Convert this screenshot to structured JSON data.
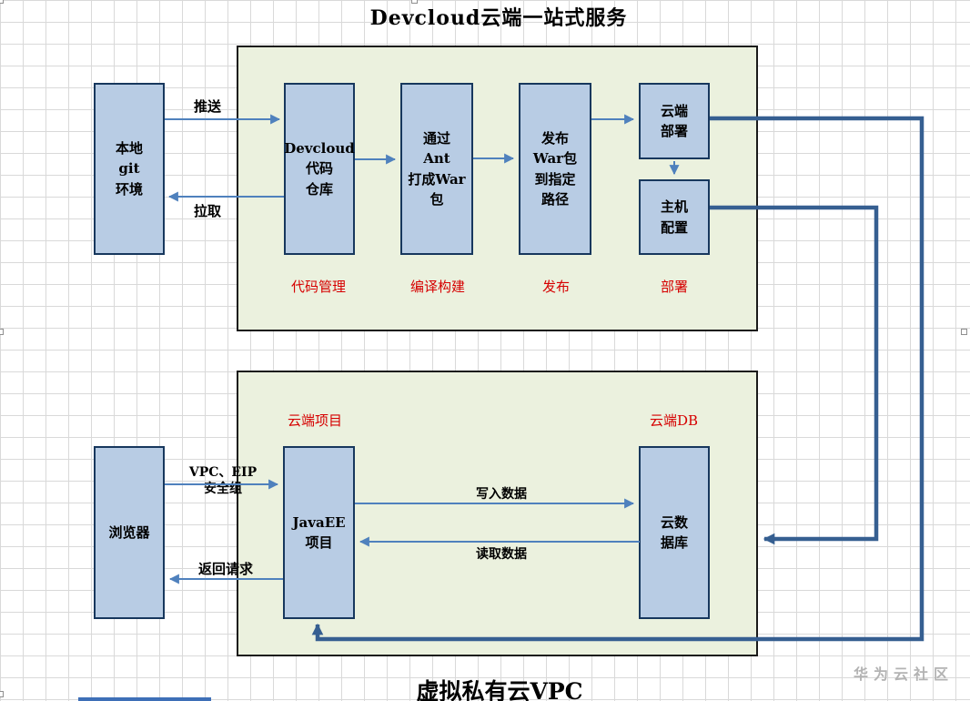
{
  "title": "Devcloud云端一站式服务",
  "watermark": "华为云社区",
  "pipeline": {
    "nodes": {
      "local_git": "本地\ngit\n环境",
      "repo": "Devcloud\n代码\n仓库",
      "ant_build": "通过\nAnt\n打成War\n包",
      "publish": "发布\nWar包\n到指定\n路径",
      "cloud_deploy": "云端\n部署",
      "host_config": "主机\n配置"
    },
    "stage_labels": [
      "代码管理",
      "编译构建",
      "发布",
      "部署"
    ],
    "edge_labels": {
      "push": "推送",
      "pull": "拉取"
    }
  },
  "vpc": {
    "container_label": "虚拟私有云VPC",
    "section_labels": {
      "cloud_project": "云端项目",
      "cloud_db": "云端DB"
    },
    "nodes": {
      "browser": "浏览器",
      "javaee": "JavaEE\n项目",
      "cloud_database": "云数\n据库"
    },
    "edge_labels": {
      "vpc_eip": "VPC、EIP\n安全组",
      "return_request": "返回请求",
      "write_data": "写入数据",
      "read_data": "读取数据"
    }
  },
  "colors": {
    "node_fill": "#b8cce4",
    "node_border": "#17375d",
    "container_fill": "#ebf1de",
    "arrow": "#4f81bd",
    "connector": "#365f91",
    "stage_label_red": "#d60000",
    "grid_line": "#d9d9d9",
    "watermark_gray": "#b3b3b3"
  }
}
